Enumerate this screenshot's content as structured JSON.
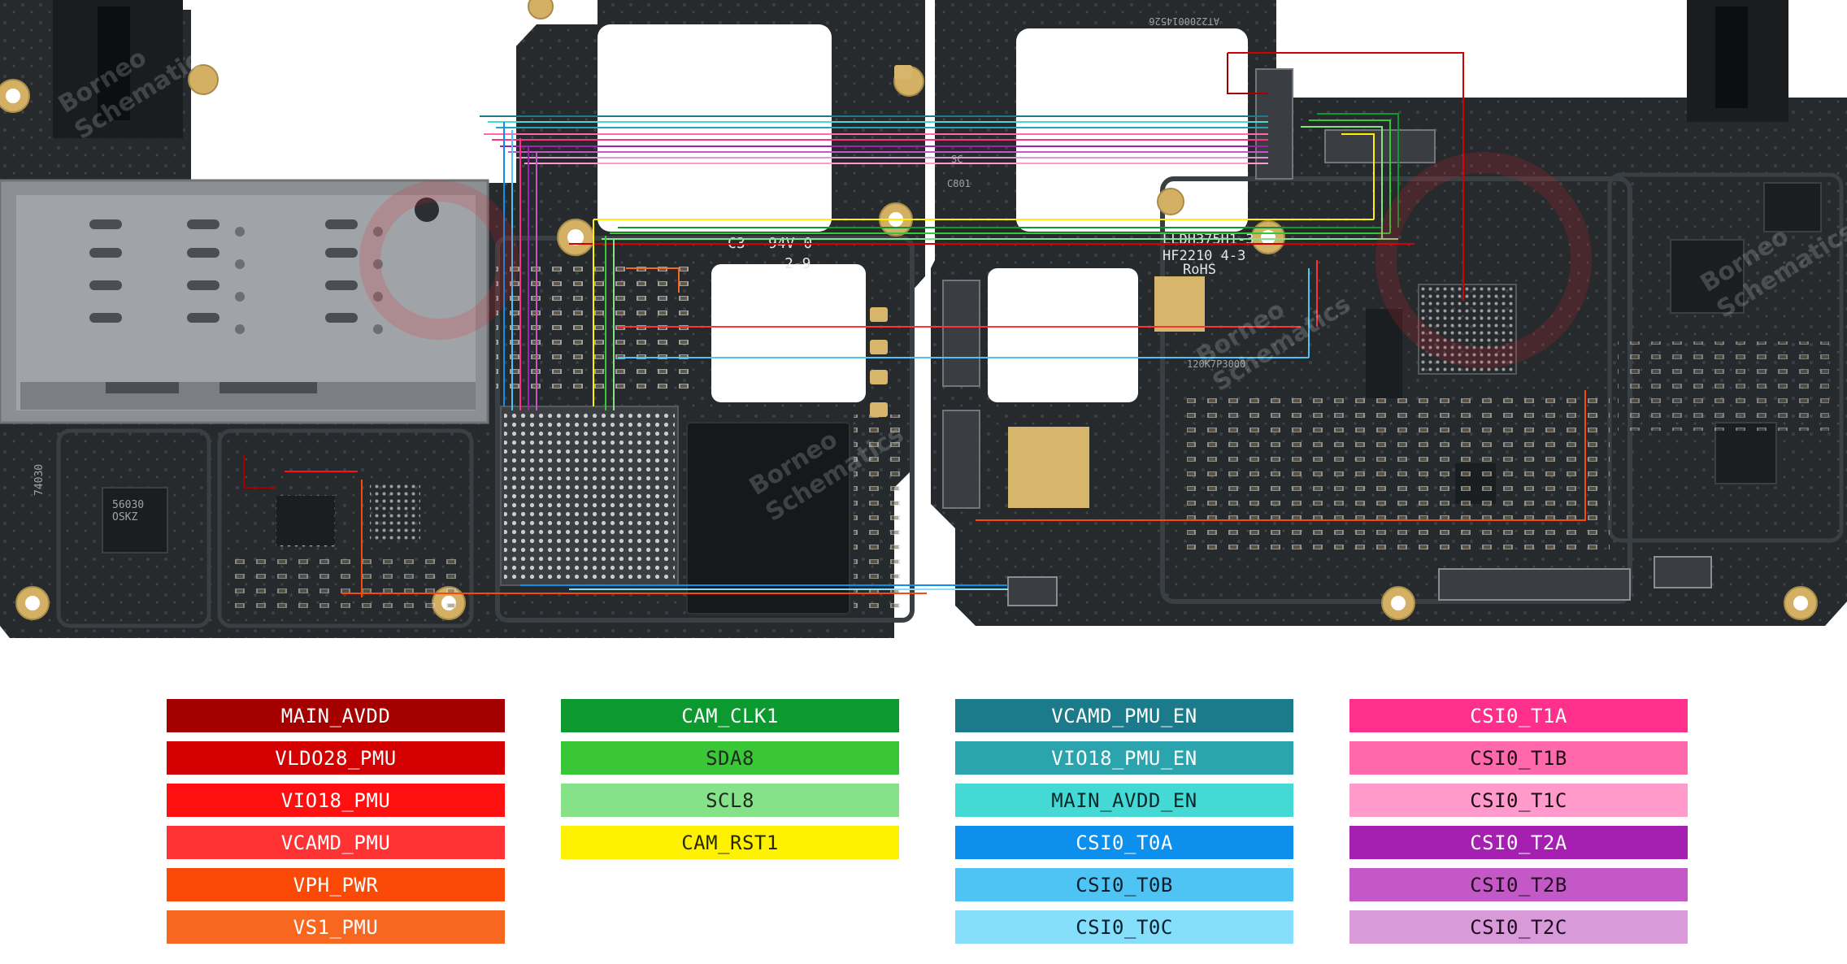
{
  "board": {
    "left_pcb_text": [
      "C3",
      "94V-0",
      "2-9",
      "56030",
      "OSKZ",
      "74030"
    ],
    "right_pcb_text": [
      "LLDH375H1-3",
      "HF2210 4-3",
      "RoHS",
      "AT2200014526",
      "120K7P3000",
      "SC",
      "C801"
    ],
    "watermark_lines": [
      "Borneo",
      "Schematics"
    ],
    "colors": {
      "background": "#ffffff",
      "pcb": "#262a2d",
      "pcb_dark": "#1b1e21",
      "pcb_edge": "#34393d",
      "pad_gold": "#d7b56a",
      "pad_silver": "#a9adb1",
      "sim_tray": "#8c9094",
      "watermark": "#e3212f"
    }
  },
  "legend": {
    "columns": [
      [
        {
          "label": "MAIN_AVDD",
          "bg": "#a40000",
          "fg": "#ffffff"
        },
        {
          "label": "VLDO28_PMU",
          "bg": "#d20000",
          "fg": "#ffffff"
        },
        {
          "label": "VIO18_PMU",
          "bg": "#ff1010",
          "fg": "#ffffff"
        },
        {
          "label": "VCAMD_PMU",
          "bg": "#ff3333",
          "fg": "#ffffff"
        },
        {
          "label": "VPH_PWR",
          "bg": "#fb4a08",
          "fg": "#ffffff"
        },
        {
          "label": "VS1_PMU",
          "bg": "#f7671f",
          "fg": "#ffffff"
        }
      ],
      [
        {
          "label": "CAM_CLK1",
          "bg": "#0c9a30",
          "fg": "#ffffff"
        },
        {
          "label": "SDA8",
          "bg": "#39c738",
          "fg": "#1d2a1d"
        },
        {
          "label": "SCL8",
          "bg": "#86e288",
          "fg": "#1d2a1d"
        },
        {
          "label": "CAM_RST1",
          "bg": "#fff200",
          "fg": "#2a2a00"
        }
      ],
      [
        {
          "label": "VCAMD_PMU_EN",
          "bg": "#1b7b8a",
          "fg": "#ffffff"
        },
        {
          "label": "VIO18_PMU_EN",
          "bg": "#2ba4ad",
          "fg": "#ffffff"
        },
        {
          "label": "MAIN_AVDD_EN",
          "bg": "#44d9d4",
          "fg": "#0a2a2a"
        },
        {
          "label": "CSI0_T0A",
          "bg": "#0d8fee",
          "fg": "#ffffff"
        },
        {
          "label": "CSI0_T0B",
          "bg": "#4ec4f5",
          "fg": "#0a1f2e"
        },
        {
          "label": "CSI0_T0C",
          "bg": "#85defa",
          "fg": "#0a1f2e"
        }
      ],
      [
        {
          "label": "CSI0_T1A",
          "bg": "#ff2f8c",
          "fg": "#ffffff"
        },
        {
          "label": "CSI0_T1B",
          "bg": "#ff69ac",
          "fg": "#1e0a14"
        },
        {
          "label": "CSI0_T1C",
          "bg": "#ff9acb",
          "fg": "#1e0a14"
        },
        {
          "label": "CSI0_T2A",
          "bg": "#a51fb1",
          "fg": "#ffffff"
        },
        {
          "label": "CSI0_T2B",
          "bg": "#c558c7",
          "fg": "#1e0a1e"
        },
        {
          "label": "CSI0_T2C",
          "bg": "#d89ad9",
          "fg": "#1e0a1e"
        }
      ]
    ]
  }
}
